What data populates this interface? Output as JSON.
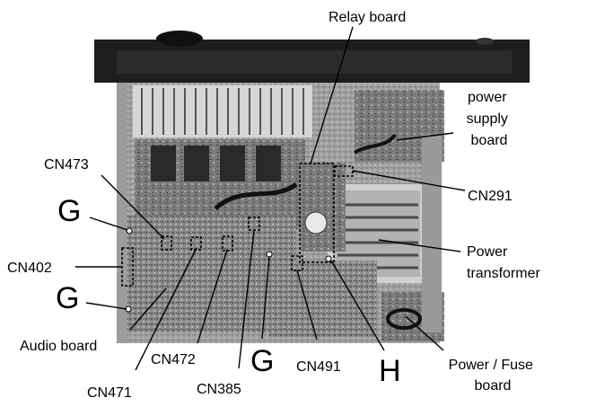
{
  "labels": {
    "relay_board": "Relay board",
    "power_supply_board": [
      "power",
      "supply",
      "board"
    ],
    "cn473": "CN473",
    "cn291": "CN291",
    "g_upper": "G",
    "power_transformer": [
      "Power",
      "transformer"
    ],
    "cn402": "CN402",
    "g_lower": "G",
    "audio_board": "Audio board",
    "cn472": "CN472",
    "g_center": "G",
    "cn491": "CN491",
    "h": "H",
    "power_fuse_board": [
      "Power / Fuse",
      "board"
    ],
    "cn471": "CN471",
    "cn385": "CN385"
  },
  "colors": {
    "photo_dark": "#1c1c1c",
    "photo_mid": "#6e6e6e",
    "photo_light": "#c8c8c8",
    "label": "#000000"
  }
}
